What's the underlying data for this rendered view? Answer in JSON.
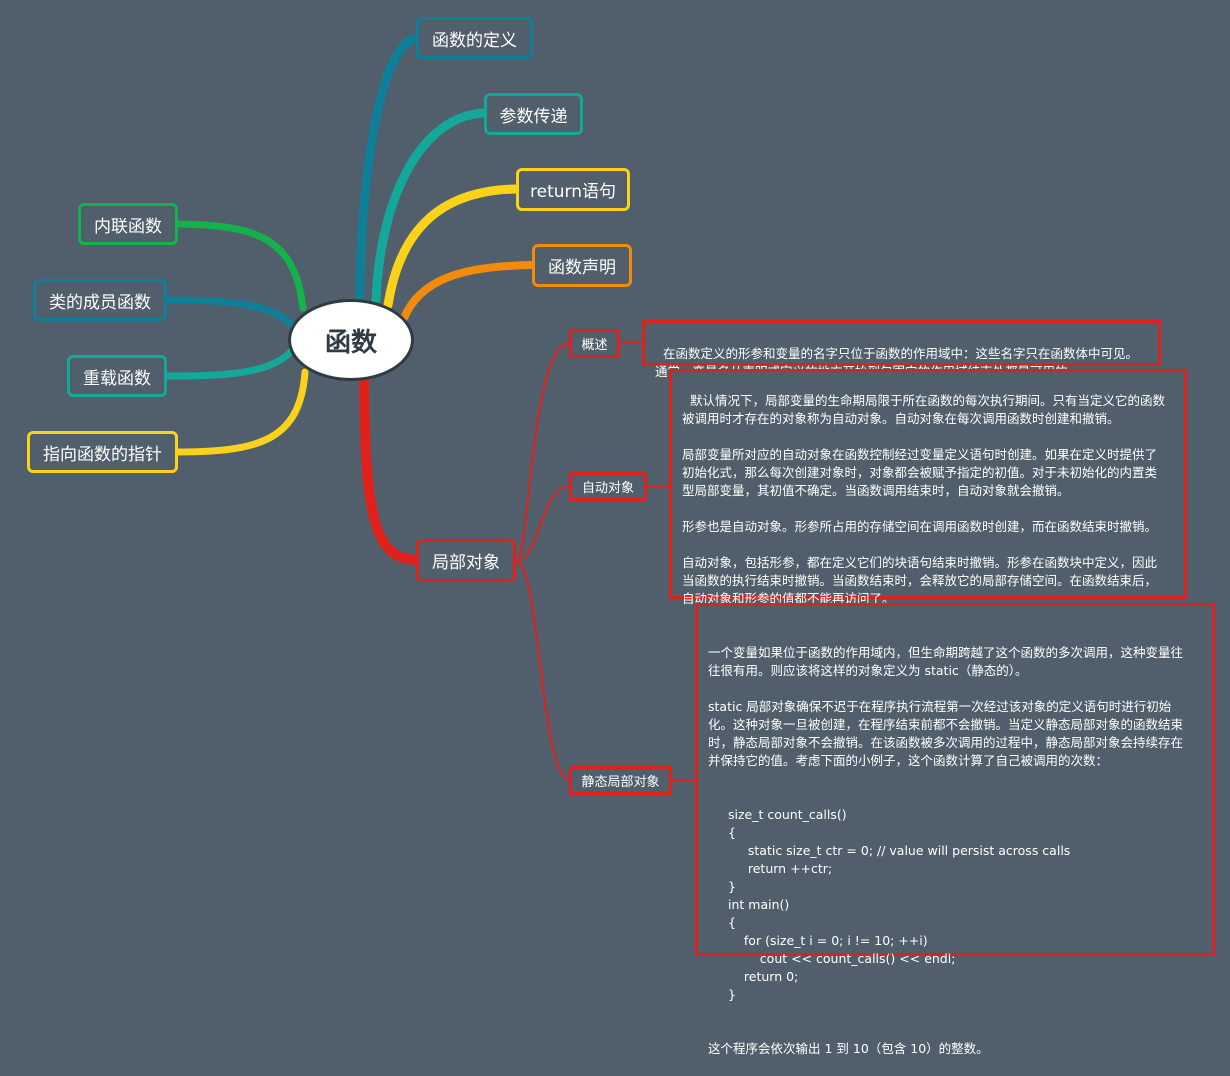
{
  "root": {
    "label": "函数"
  },
  "colors": {
    "blue": "#0f7f9a",
    "teal": "#13a89a",
    "yellow": "#fbd21a",
    "orange": "#f28b0c",
    "green": "#13b24b",
    "red": "#e0211b",
    "background": "#505f6b"
  },
  "right_topics": [
    {
      "label": "函数的定义",
      "color": "blue"
    },
    {
      "label": "参数传递",
      "color": "teal"
    },
    {
      "label": "return语句",
      "color": "yellow"
    },
    {
      "label": "函数声明",
      "color": "orange"
    },
    {
      "label": "局部对象",
      "color": "red"
    }
  ],
  "left_topics": [
    {
      "label": "内联函数",
      "color": "green"
    },
    {
      "label": "类的成员函数",
      "color": "blue"
    },
    {
      "label": "重载函数",
      "color": "teal"
    },
    {
      "label": "指向函数的指针",
      "color": "yellow"
    }
  ],
  "local_objects": {
    "subtopics": [
      {
        "label": "概述"
      },
      {
        "label": "自动对象"
      },
      {
        "label": "静态局部对象"
      }
    ],
    "notes": {
      "overview": "在函数定义的形参和变量的名字只位于函数的作用域中：这些名字只在函数体中可见。\n通常，变量名从声明或定义的地方开始到包围它的作用域结束处都是可用的。",
      "auto": "默认情况下，局部变量的生命期局限于所在函数的每次执行期间。只有当定义它的函数\n被调用时才存在的对象称为自动对象。自动对象在每次调用函数时创建和撤销。\n\n局部变量所对应的自动对象在函数控制经过变量定义语句时创建。如果在定义时提供了\n初始化式，那么每次创建对象时，对象都会被赋予指定的初值。对于未初始化的内置类\n型局部变量，其初值不确定。当函数调用结束时，自动对象就会撤销。\n\n形参也是自动对象。形参所占用的存储空间在调用函数时创建，而在函数结束时撤销。\n\n自动对象，包括形参，都在定义它们的块语句结束时撤销。形参在函数块中定义，因此\n当函数的执行结束时撤销。当函数结束时，会释放它的局部存储空间。在函数结束后，\n自动对象和形参的值都不能再访问了。",
      "static_intro": "一个变量如果位于函数的作用域内，但生命期跨越了这个函数的多次调用，这种变量往\n往很有用。则应该将这样的对象定义为 static（静态的）。\n\nstatic 局部对象确保不迟于在程序执行流程第一次经过该对象的定义语句时进行初始\n化。这种对象一旦被创建，在程序结束前都不会撤销。当定义静态局部对象的函数结束\n时，静态局部对象不会撤销。在该函数被多次调用的过程中，静态局部对象会持续存在\n并保持它的值。考虑下面的小例子，这个函数计算了自己被调用的次数：",
      "static_code": "size_t count_calls()\n{\n     static size_t ctr = 0; // value will persist across calls\n     return ++ctr;\n}\nint main()\n{\n    for (size_t i = 0; i != 10; ++i)\n        cout << count_calls() << endl;\n    return 0;\n}",
      "static_outro": "这个程序会依次输出 1 到 10（包含 10）的整数。"
    }
  }
}
